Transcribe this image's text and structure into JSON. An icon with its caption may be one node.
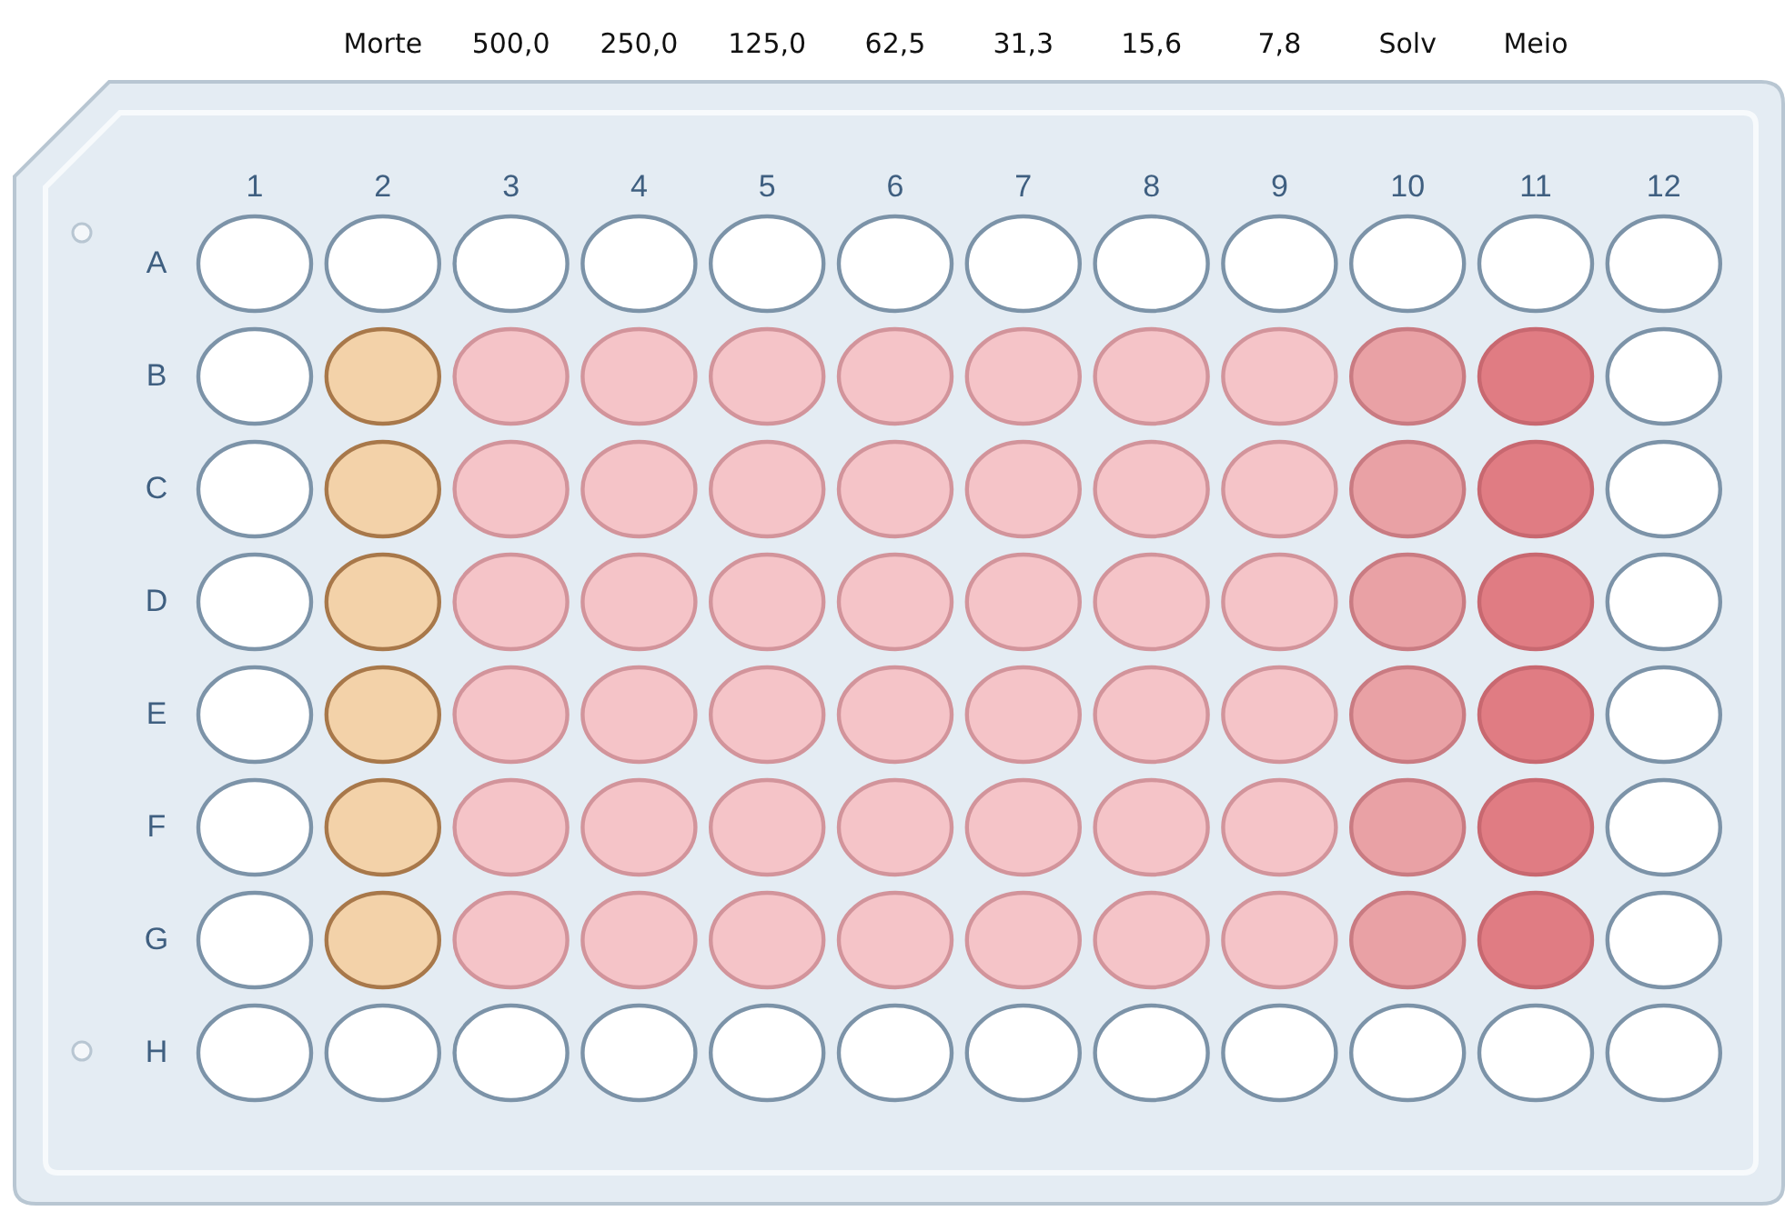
{
  "diagram": {
    "labels": [
      "Morte",
      "500,0",
      "250,0",
      "125,0",
      "62,5",
      "31,3",
      "15,6",
      "7,8",
      "Solv",
      "Meio",
      "1",
      "2",
      "3",
      "4",
      "5",
      "6",
      "7",
      "8",
      "9",
      "10",
      "11",
      "12",
      "A",
      "B",
      "C",
      "D",
      "E",
      "F",
      "G",
      "H"
    ]
  }
}
